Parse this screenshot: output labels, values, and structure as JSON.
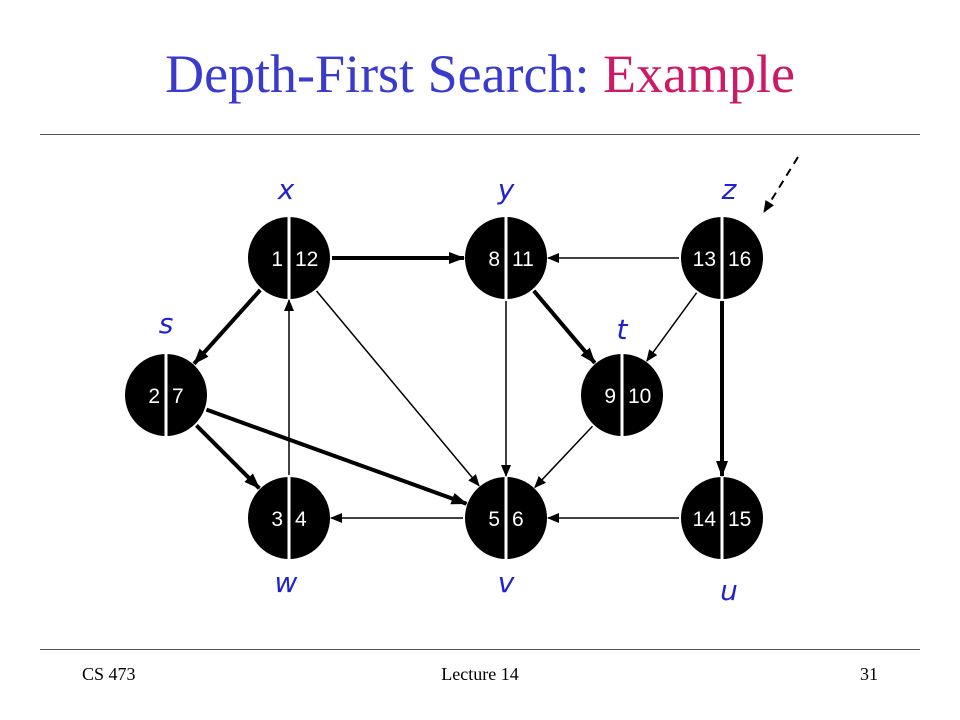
{
  "slide": {
    "title_part1": "Depth-First Search: ",
    "title_part2": "Example",
    "footer_left": "CS 473",
    "footer_center": "Lecture 14",
    "footer_right": "31"
  },
  "colors": {
    "title_main": "#3a3acc",
    "title_accent": "#cc1a66",
    "vertex_label": "#2222cc",
    "node_fill": "#000000"
  },
  "graph": {
    "nodes": [
      {
        "id": "x",
        "label": "x",
        "discovery": "1",
        "finish": "12"
      },
      {
        "id": "y",
        "label": "y",
        "discovery": "8",
        "finish": "11"
      },
      {
        "id": "z",
        "label": "z",
        "discovery": "13",
        "finish": "16"
      },
      {
        "id": "s",
        "label": "s",
        "discovery": "2",
        "finish": "7"
      },
      {
        "id": "t",
        "label": "t",
        "discovery": "9",
        "finish": "10"
      },
      {
        "id": "w",
        "label": "w",
        "discovery": "3",
        "finish": "4"
      },
      {
        "id": "v",
        "label": "v",
        "discovery": "5",
        "finish": "6"
      },
      {
        "id": "u",
        "label": "u",
        "discovery": "14",
        "finish": "15"
      }
    ],
    "edges": [
      {
        "from": "x",
        "to": "y",
        "tree": true
      },
      {
        "from": "x",
        "to": "s",
        "tree": true
      },
      {
        "from": "x",
        "to": "v",
        "tree": false
      },
      {
        "from": "y",
        "to": "t",
        "tree": true
      },
      {
        "from": "y",
        "to": "v",
        "tree": false
      },
      {
        "from": "z",
        "to": "y",
        "tree": false
      },
      {
        "from": "z",
        "to": "t",
        "tree": false
      },
      {
        "from": "z",
        "to": "u",
        "tree": true
      },
      {
        "from": "s",
        "to": "w",
        "tree": true
      },
      {
        "from": "s",
        "to": "v",
        "tree": true
      },
      {
        "from": "t",
        "to": "v",
        "tree": false
      },
      {
        "from": "w",
        "to": "x",
        "tree": false
      },
      {
        "from": "v",
        "to": "w",
        "tree": false
      },
      {
        "from": "u",
        "to": "v",
        "tree": false
      }
    ],
    "start_marker_target": "z"
  }
}
